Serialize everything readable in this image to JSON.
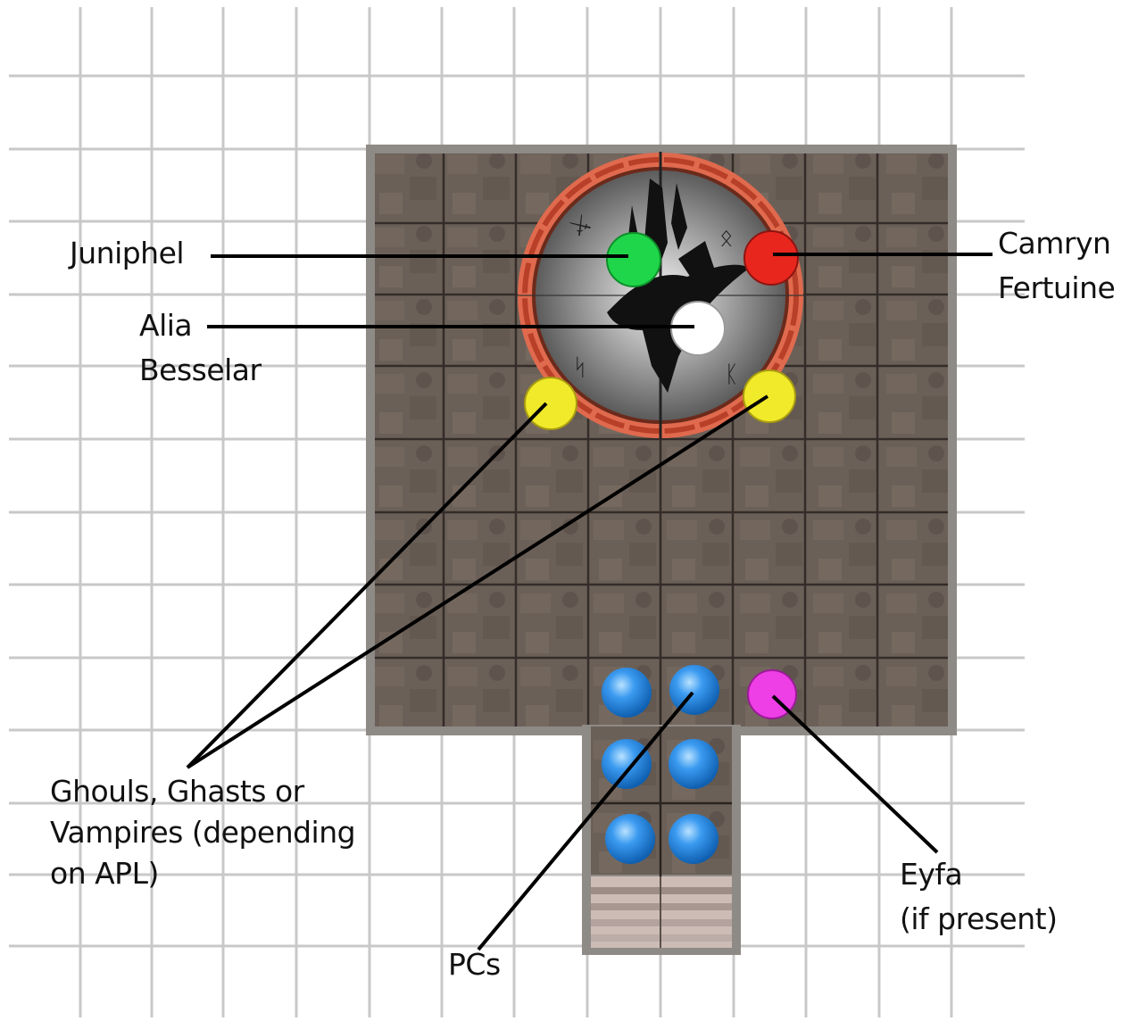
{
  "map": {
    "tokens": [
      {
        "name": "juniphel-token",
        "color": "#1fd64a"
      },
      {
        "name": "camryn-fertuine-token",
        "color": "#e8261e"
      },
      {
        "name": "alia-besselar-token",
        "color": "#ffffff"
      },
      {
        "name": "undead-token-left",
        "color": "#f0ea2a"
      },
      {
        "name": "undead-token-right",
        "color": "#f0ea2a"
      },
      {
        "name": "eyfa-token",
        "color": "#ee3ee6"
      },
      {
        "name": "pc-token",
        "color": "#2f8ee0",
        "count": 6
      }
    ],
    "labels": {
      "juniphel": "Juniphel",
      "camryn_line1": "Camryn",
      "camryn_line2": "Fertuine",
      "alia_line1": "Alia",
      "alia_line2": "Besselar",
      "ghouls_line1": "Ghouls, Ghasts or",
      "ghouls_line2": "Vampires (depending",
      "ghouls_line3": "on APL)",
      "pcs": "PCs",
      "eyfa_line1": "Eyfa",
      "eyfa_line2": "(if present)"
    }
  }
}
